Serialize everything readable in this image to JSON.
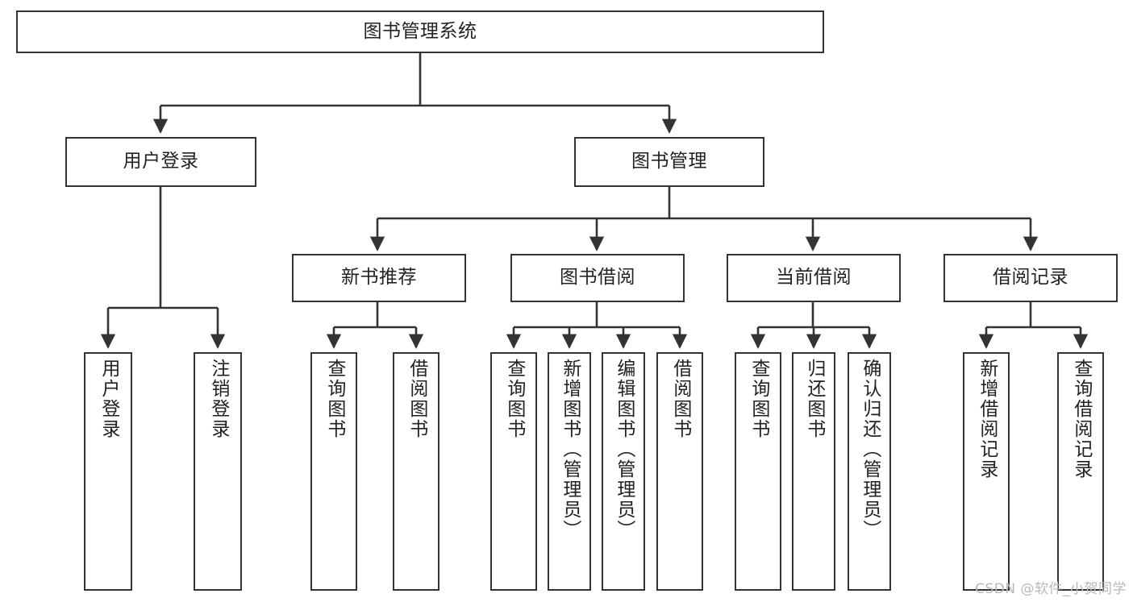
{
  "diagram": {
    "title": "图书管理系统",
    "type": "tree",
    "orientation": "top-down",
    "colors": {
      "node_border": "#333333",
      "node_fill": "#ffffff",
      "edge": "#333333",
      "text": "#222222",
      "background": "#ffffff",
      "watermark": "#b9b9b9"
    }
  },
  "root": {
    "label": "图书管理系统"
  },
  "level2": [
    {
      "label": "用户登录"
    },
    {
      "label": "图书管理"
    }
  ],
  "level3": [
    {
      "label": "新书推荐"
    },
    {
      "label": "图书借阅"
    },
    {
      "label": "当前借阅"
    },
    {
      "label": "借阅记录"
    }
  ],
  "leaves": {
    "user_login": [
      {
        "label": "用户登录"
      },
      {
        "label": "注销登录"
      }
    ],
    "new_book_recommend": [
      {
        "label": "查询图书"
      },
      {
        "label": "借阅图书"
      }
    ],
    "book_borrow": [
      {
        "label": "查询图书"
      },
      {
        "label": "新增图书（管理员）"
      },
      {
        "label": "编辑图书（管理员）"
      },
      {
        "label": "借阅图书"
      }
    ],
    "current_borrow": [
      {
        "label": "查询图书"
      },
      {
        "label": "归还图书"
      },
      {
        "label": "确认归还（管理员）"
      }
    ],
    "borrow_record": [
      {
        "label": "新增借阅记录"
      },
      {
        "label": "查询借阅记录"
      }
    ]
  },
  "watermark": {
    "text": "CSDN @软件_小贺同学"
  }
}
